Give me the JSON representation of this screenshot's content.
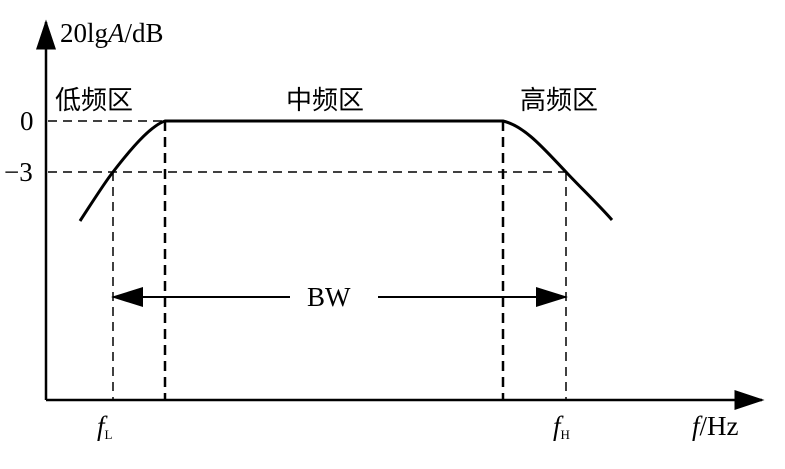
{
  "y_axis_label": {
    "prefix": "20lg",
    "var": "A",
    "unit": "/dB"
  },
  "x_axis_label": {
    "var": "f",
    "unit": "/Hz"
  },
  "y_ticks": [
    "0",
    "−3"
  ],
  "regions": {
    "low": "低频区",
    "mid": "中频区",
    "high": "高频区"
  },
  "f_low": {
    "var": "f",
    "sub": "L"
  },
  "f_high": {
    "var": "f",
    "sub": "H"
  },
  "bandwidth_label": "BW"
}
